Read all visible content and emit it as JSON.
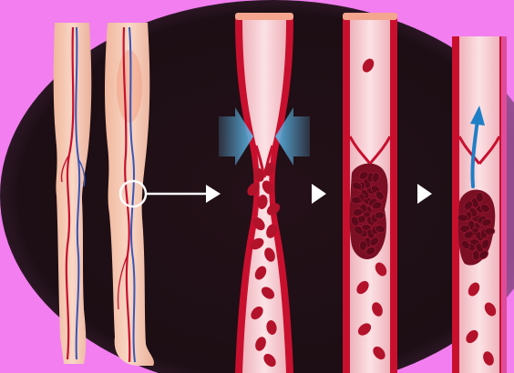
{
  "diagram": {
    "subject": "",
    "panels": [
      {
        "name": "legs-with-veins"
      },
      {
        "name": "vein-narrowing"
      },
      {
        "name": "clot-forming"
      },
      {
        "name": "clot-moving"
      }
    ],
    "colors": {
      "background": "#f27ef0",
      "vignette": "#1c0e14",
      "vessel_wall": "#c8102e",
      "vessel_lumen": "#f6c9cf",
      "blood_cell": "#b3122b",
      "clot": "#7a0f24",
      "pressure_arrow": "#5bb6e6",
      "flow_arrow": "#1f7fc6",
      "skin": "#f4c6ad",
      "pointer": "#ffffff"
    },
    "icons": [
      "pressure-arrow-icon",
      "flow-arrow-icon",
      "step-arrow-icon",
      "magnifier-circle-icon"
    ]
  }
}
